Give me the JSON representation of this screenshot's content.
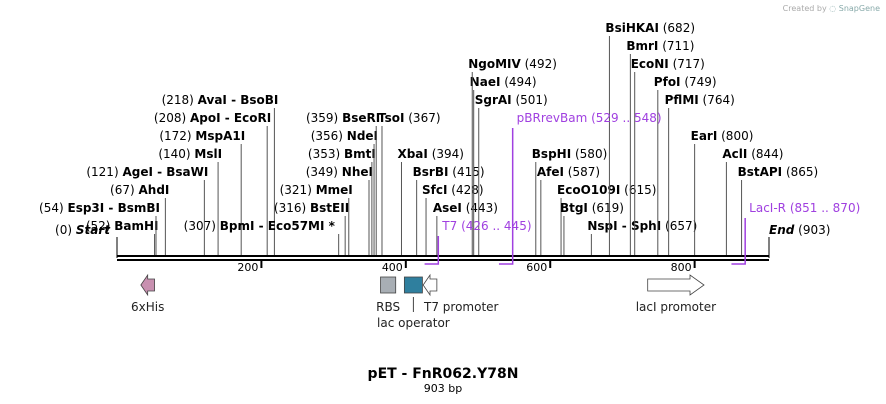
{
  "title": "pET - FnR062.Y78N",
  "subtitle": "903 bp",
  "credit": "Created by",
  "credit_brand": "SnapGene",
  "start_label": "Start",
  "start_pos": "(0)",
  "end_label": "End",
  "end_pos": "(903)",
  "length_bp": 903,
  "ruler_ticks": [
    {
      "label": "200",
      "value": 200
    },
    {
      "label": "400",
      "value": 400
    },
    {
      "label": "600",
      "value": 600
    },
    {
      "label": "800",
      "value": 800
    }
  ],
  "sites": [
    {
      "name": "BamHI",
      "pos": "(52)",
      "loc": 52,
      "side": "left",
      "row": 0
    },
    {
      "name": "Esp3I  -  BsmBI",
      "pos": "(54)",
      "loc": 54,
      "side": "left",
      "row": 1
    },
    {
      "name": "AhdI",
      "pos": "(67)",
      "loc": 67,
      "side": "left",
      "row": 2
    },
    {
      "name": "AgeI  -  BsaWI",
      "pos": "(121)",
      "loc": 121,
      "side": "left",
      "row": 3
    },
    {
      "name": "MslI",
      "pos": "(140)",
      "loc": 140,
      "side": "left",
      "row": 4
    },
    {
      "name": "MspA1I",
      "pos": "(172)",
      "loc": 172,
      "side": "left",
      "row": 5
    },
    {
      "name": "ApoI  -  EcoRI",
      "pos": "(208)",
      "loc": 208,
      "side": "left",
      "row": 6
    },
    {
      "name": "AvaI  -  BsoBI",
      "pos": "(218)",
      "loc": 218,
      "side": "left",
      "row": 7
    },
    {
      "name": "BpmI  -  Eco57MI *",
      "pos": "(307)",
      "loc": 307,
      "side": "inline",
      "row": 0
    },
    {
      "name": "BstEII",
      "pos": "(316)",
      "loc": 316,
      "side": "left",
      "row": 1
    },
    {
      "name": "MmeI",
      "pos": "(321)",
      "loc": 321,
      "side": "left",
      "row": 2
    },
    {
      "name": "NheI",
      "pos": "(349)",
      "loc": 349,
      "side": "left",
      "row": 3
    },
    {
      "name": "BmtI",
      "pos": "(353)",
      "loc": 353,
      "side": "left",
      "row": 4
    },
    {
      "name": "NdeI",
      "pos": "(356)",
      "loc": 356,
      "side": "left",
      "row": 5
    },
    {
      "name": "BseRI",
      "pos": "(359)",
      "loc": 359,
      "side": "left",
      "row": 6
    },
    {
      "name": "TsoI",
      "pos": "(367)",
      "loc": 367,
      "side": "right",
      "row": 6
    },
    {
      "name": "XbaI",
      "pos": "(394)",
      "loc": 394,
      "side": "right",
      "row": 4
    },
    {
      "name": "BsrBI",
      "pos": "(415)",
      "loc": 415,
      "side": "right",
      "row": 3
    },
    {
      "name": "SfcI",
      "pos": "(428)",
      "loc": 428,
      "side": "right",
      "row": 2
    },
    {
      "name": "AseI",
      "pos": "(443)",
      "loc": 443,
      "side": "right",
      "row": 1
    },
    {
      "name": "SgrAI",
      "pos": "(501)",
      "loc": 501,
      "side": "right",
      "row": 7
    },
    {
      "name": "NaeI",
      "pos": "(494)",
      "loc": 494,
      "side": "right",
      "row": 8
    },
    {
      "name": "NgoMIV",
      "pos": "(492)",
      "loc": 492,
      "side": "right",
      "row": 9
    },
    {
      "name": "BspHI",
      "pos": "(580)",
      "loc": 580,
      "side": "right",
      "row": 4
    },
    {
      "name": "AfeI",
      "pos": "(587)",
      "loc": 587,
      "side": "right",
      "row": 3
    },
    {
      "name": "EcoO109I",
      "pos": "(615)",
      "loc": 615,
      "side": "right",
      "row": 2
    },
    {
      "name": "BtgI",
      "pos": "(619)",
      "loc": 619,
      "side": "right",
      "row": 1
    },
    {
      "name": "NspI  -  SphI",
      "pos": "(657)",
      "loc": 657,
      "side": "right",
      "row": 0
    },
    {
      "name": "BsiHKAI",
      "pos": "(682)",
      "loc": 682,
      "side": "right",
      "row": 11
    },
    {
      "name": "BmrI",
      "pos": "(711)",
      "loc": 711,
      "side": "right",
      "row": 10
    },
    {
      "name": "EcoNI",
      "pos": "(717)",
      "loc": 717,
      "side": "right",
      "row": 9
    },
    {
      "name": "PfoI",
      "pos": "(749)",
      "loc": 749,
      "side": "right",
      "row": 8
    },
    {
      "name": "PflMI",
      "pos": "(764)",
      "loc": 764,
      "side": "right",
      "row": 7
    },
    {
      "name": "EarI",
      "pos": "(800)",
      "loc": 800,
      "side": "right",
      "row": 5
    },
    {
      "name": "AclI",
      "pos": "(844)",
      "loc": 844,
      "side": "right",
      "row": 4
    },
    {
      "name": "BstAPI",
      "pos": "(865)",
      "loc": 865,
      "side": "right",
      "row": 3
    }
  ],
  "primers": [
    {
      "name": "T7",
      "range": "(426 .. 445)",
      "start": 426,
      "end": 445,
      "row": 0
    },
    {
      "name": "pBRrevBam",
      "range": "(529 .. 548)",
      "start": 529,
      "end": 548,
      "row": 6
    },
    {
      "name": "LacI-R",
      "range": "(851 .. 870)",
      "start": 851,
      "end": 870,
      "row": 1
    }
  ],
  "features": [
    {
      "name": "6xHis",
      "kind": "arrow-left",
      "start": 33,
      "end": 52,
      "color": "#c890b0"
    },
    {
      "name": "RBS",
      "kind": "box",
      "start": 365,
      "end": 386,
      "color": "#a8aeb4"
    },
    {
      "name": "lac operator",
      "kind": "box",
      "start": 398,
      "end": 423,
      "color": "#2f7f9e"
    },
    {
      "name": "T7 promoter",
      "kind": "arrow-left",
      "start": 424,
      "end": 443,
      "color": "#ffffff"
    },
    {
      "name": "lacI promoter",
      "kind": "arrow-right",
      "start": 735,
      "end": 813,
      "color": "#ffffff"
    }
  ],
  "colors": {
    "primer": "#a040e0",
    "backbone": "#000000"
  }
}
